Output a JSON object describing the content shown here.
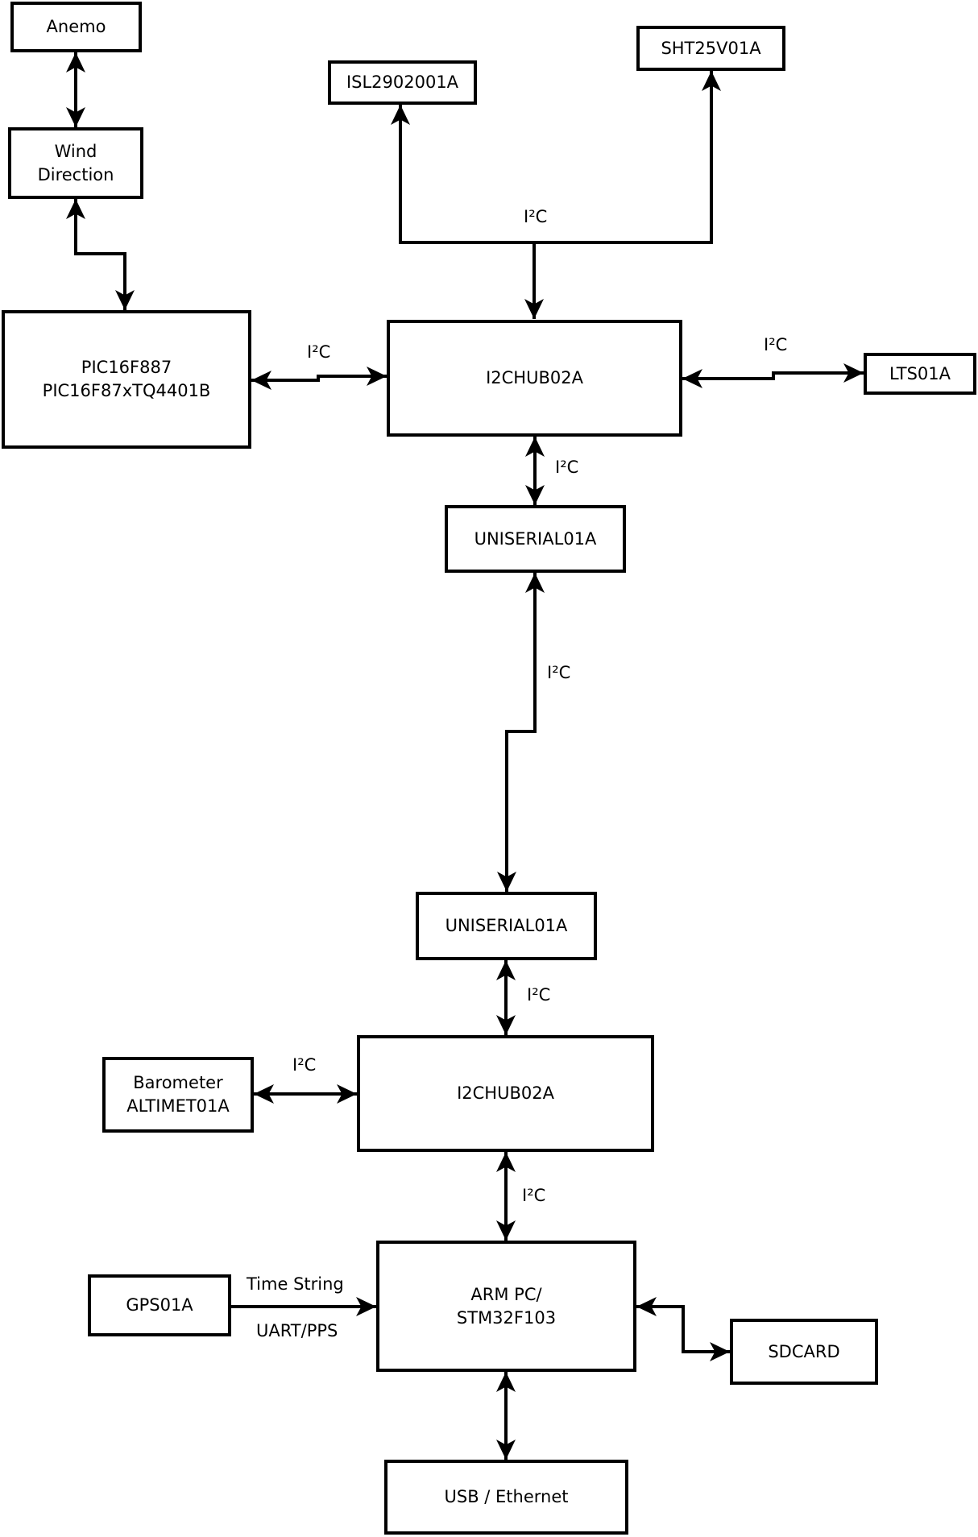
{
  "boxes": {
    "anemo": {
      "label": "Anemo"
    },
    "wind_direction": {
      "line1": "Wind",
      "line2": "Direction"
    },
    "pic": {
      "line1": "PIC16F887",
      "line2": "PIC16F87xTQ4401B"
    },
    "isl": {
      "label": "ISL2902001A"
    },
    "sht": {
      "label": "SHT25V01A"
    },
    "i2c_hub_1": {
      "label": "I2CHUB02A"
    },
    "lts": {
      "label": "LTS01A"
    },
    "uniserial_1": {
      "label": "UNISERIAL01A"
    },
    "uniserial_2": {
      "label": "UNISERIAL01A"
    },
    "i2c_hub_2": {
      "label": "I2CHUB02A"
    },
    "barometer": {
      "line1": "Barometer",
      "line2": "ALTIMET01A"
    },
    "arm_pc": {
      "line1": "ARM PC/",
      "line2": "STM32F103"
    },
    "gps": {
      "label": "GPS01A"
    },
    "sdcard": {
      "label": "SDCARD"
    },
    "usb_ethernet": {
      "label": "USB / Ethernet"
    }
  },
  "edge_labels": {
    "bus_i2c": "I²C",
    "pic_hub1_i2c": "I²C",
    "hub1_lts_i2c": "I²C",
    "hub1_uniserial1_i2c": "I²C",
    "uniserial_link_i2c": "I²C",
    "uniserial2_hub2_i2c": "I²C",
    "barometer_hub2_i2c": "I²C",
    "hub2_arm_i2c": "I²C",
    "gps_arm_label_top": "Time String",
    "gps_arm_label_bottom": "UART/PPS"
  },
  "colors": {
    "line": "#000000",
    "background": "#ffffff"
  }
}
